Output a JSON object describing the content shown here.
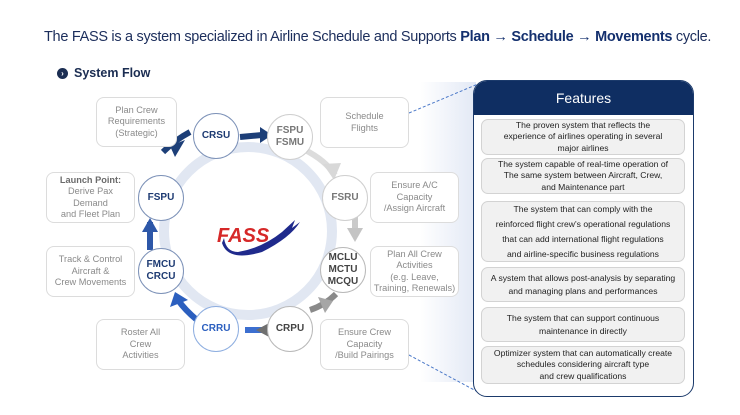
{
  "headline": {
    "prefix": "The FASS is a system specialized in Airline Schedule and Supports ",
    "plan": "Plan",
    "arrow1": " → ",
    "schedule": "Schedule",
    "arrow2": " → ",
    "movements": "Movements",
    "suffix": " cycle."
  },
  "section": {
    "icon": "chevron-right-circle-icon",
    "title": "System Flow"
  },
  "logo": {
    "text": "FASS",
    "text_color": "#d62828",
    "swoosh_color": "#1f2a8c"
  },
  "nodes": [
    {
      "id": "crsu",
      "lines": [
        "CRSU"
      ]
    },
    {
      "id": "fspu-fsmu",
      "lines": [
        "FSPU",
        "FSMU"
      ]
    },
    {
      "id": "fsru",
      "lines": [
        "FSRU"
      ]
    },
    {
      "id": "mclu",
      "lines": [
        "MCLU",
        "MCTU",
        "MCQU"
      ]
    },
    {
      "id": "crpu",
      "lines": [
        "CRPU"
      ]
    },
    {
      "id": "crru",
      "lines": [
        "CRRU"
      ]
    },
    {
      "id": "fmcu",
      "lines": [
        "FMCU",
        "CRCU"
      ]
    },
    {
      "id": "fspu",
      "lines": [
        "FSPU"
      ]
    }
  ],
  "boxes": [
    {
      "id": "plan-crew",
      "lines": [
        "Plan Crew",
        "Requirements",
        "(Strategic)"
      ]
    },
    {
      "id": "launch",
      "bold": "Launch Point:",
      "lines": [
        "Derive Pax",
        "Demand",
        "and Fleet Plan"
      ]
    },
    {
      "id": "track",
      "lines": [
        "Track & Control",
        "Aircraft  &",
        "Crew Movements"
      ]
    },
    {
      "id": "roster",
      "lines": [
        "Roster All",
        "Crew",
        "Activities"
      ]
    },
    {
      "id": "schedule",
      "lines": [
        "Schedule",
        "Flights"
      ]
    },
    {
      "id": "ensure-ac",
      "lines": [
        "Ensure A/C",
        "Capacity",
        "/Assign Aircraft"
      ]
    },
    {
      "id": "plan-all",
      "lines": [
        "Plan All Crew",
        "Activities",
        "(e.g. Leave,",
        "Training, Renewals)"
      ]
    },
    {
      "id": "ensure-crew",
      "lines": [
        "Ensure Crew",
        "Capacity",
        "/Build Pairings"
      ]
    }
  ],
  "features": {
    "title": "Features",
    "items": [
      [
        "The proven system that reflects the",
        "experience of airlines operating in several",
        "major airlines"
      ],
      [
        "The system capable of real-time operation of",
        "The same system between Aircraft, Crew,",
        "and Maintenance part"
      ],
      [
        "The system that can comply with the",
        "reinforced flight crew's operational regulations",
        "that can add international flight regulations",
        "and airline-specific business regulations"
      ],
      [
        "A system that allows post-analysis by separating",
        "and managing plans and performances"
      ],
      [
        "The system that can support continuous",
        "maintenance in directly"
      ],
      [
        "Optimizer  system that can automatically create",
        "schedules considering aircraft type",
        "and crew qualifications"
      ]
    ]
  },
  "colors": {
    "navy": "#0f2e62",
    "blue": "#2b5fbf",
    "grey": "#b5b5b5"
  }
}
